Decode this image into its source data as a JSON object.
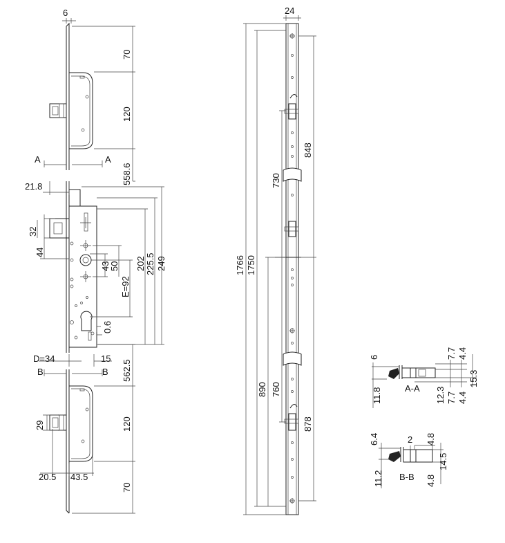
{
  "left_view": {
    "dims": {
      "top_width": "6",
      "top_70": "70",
      "top_120": "120",
      "d_558_6": "558.6",
      "d_21_8": "21.8",
      "d_32": "32",
      "d_44": "44",
      "d_43": "43",
      "d_50": "50",
      "d_202": "202",
      "d_225_5": "225.5",
      "d_249": "249",
      "e_92": "E=92",
      "d_0_6": "0.6",
      "d_562_5": "562.5",
      "d_34": "D=34",
      "d_15": "15",
      "d_29": "29",
      "bot_120": "120",
      "bot_70": "70",
      "d_20_5": "20.5",
      "d_43_5": "43.5"
    },
    "section_marks": {
      "a_left": "A",
      "a_right": "A",
      "b_left": "B",
      "b_right": "B"
    }
  },
  "middle_view": {
    "dims": {
      "width": "24",
      "d_1766": "1766",
      "d_1750": "1750",
      "d_730": "730",
      "d_848": "848",
      "d_890": "890",
      "d_760": "760",
      "d_878": "878"
    }
  },
  "section_aa": {
    "title": "A-A",
    "dims": {
      "d6": "6",
      "d11_8": "11.8",
      "d7_7a": "7.7",
      "d4_4a": "4.4",
      "d15_3": "15.3",
      "d12_3": "12.3",
      "d7_7b": "7.7",
      "d4_4b": "4.4"
    }
  },
  "section_bb": {
    "title": "B-B",
    "dims": {
      "d6_4": "6.4",
      "d2": "2",
      "d4_8a": "4.8",
      "d14_5": "14.5",
      "d11_2": "11.2",
      "d4_8b": "4.8"
    }
  }
}
